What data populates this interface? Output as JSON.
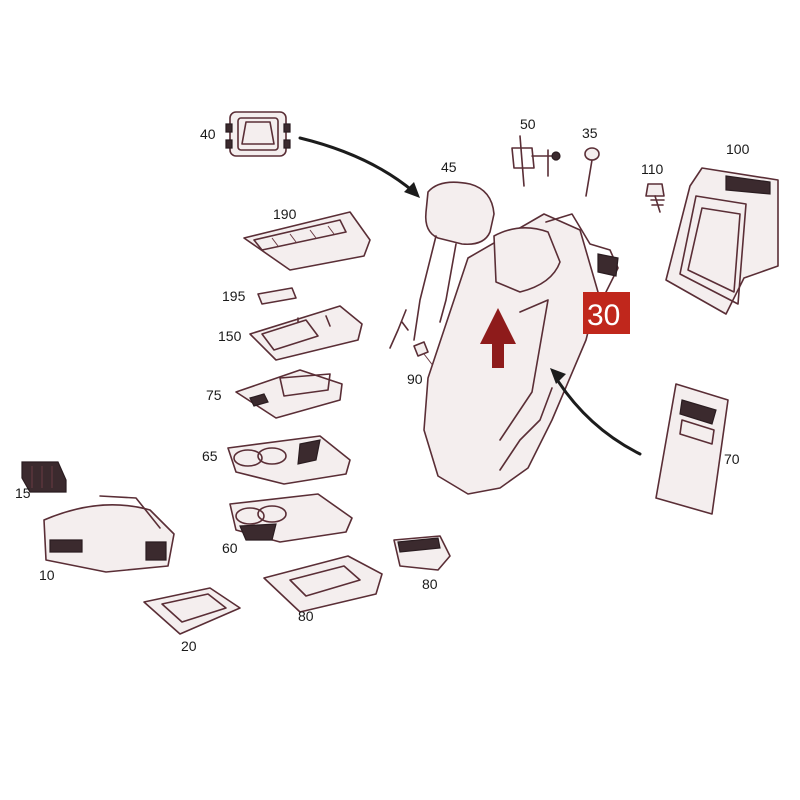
{
  "labels": {
    "p40": "40",
    "p45": "45",
    "p50": "50",
    "p35": "35",
    "p110": "110",
    "p100": "100",
    "p190": "190",
    "p195": "195",
    "p150": "150",
    "p90": "90",
    "p75": "75",
    "p65": "65",
    "p15": "15",
    "p10": "10",
    "p60": "60",
    "p20": "20",
    "p80a": "80",
    "p80b": "80",
    "p70": "70",
    "p30": "30"
  },
  "colors": {
    "highlight_badge": "#c0271c",
    "highlight_arrow": "#8e1b1b",
    "line_art": "#5a2e36"
  },
  "highlighted_part": "30"
}
